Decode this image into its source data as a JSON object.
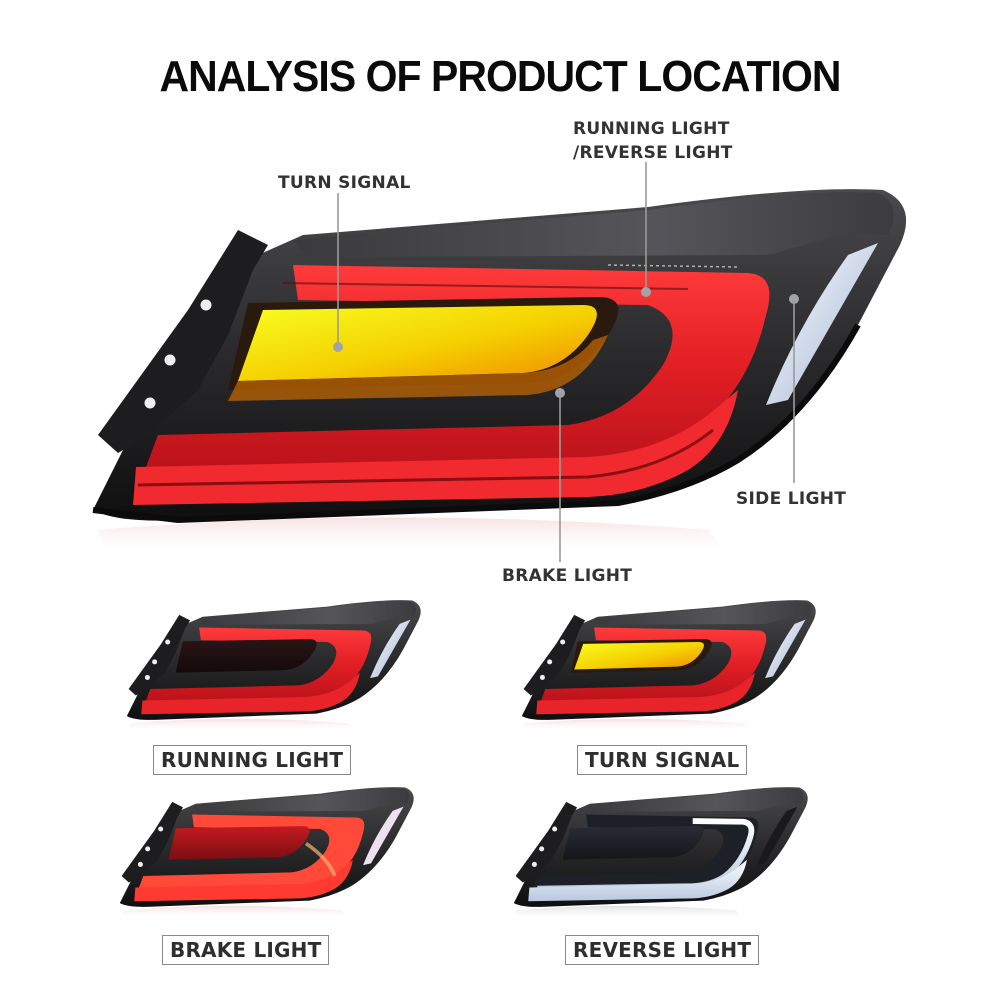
{
  "title": "ANALYSIS OF PRODUCT LOCATION",
  "colors": {
    "title": "#0a0a0a",
    "label_text": "#333333",
    "callout_line": "#9a9a9a",
    "housing": "#2b2b2d",
    "brake_red": "#e8242a",
    "turn_amber": "#f5c000",
    "reverse_white": "#e6eef8"
  },
  "main_diagram": {
    "callouts": [
      {
        "id": "turn-signal",
        "label": "TURN SIGNAL"
      },
      {
        "id": "running-reverse",
        "label_line1": "RUNNING LIGHT",
        "label_line2": "/REVERSE LIGHT"
      },
      {
        "id": "side-light",
        "label": "SIDE LIGHT"
      },
      {
        "id": "brake-light",
        "label": "BRAKE LIGHT"
      }
    ]
  },
  "variants": [
    {
      "label": "RUNNING LIGHT",
      "mode": "running"
    },
    {
      "label": "TURN SIGNAL",
      "mode": "turn"
    },
    {
      "label": "BRAKE LIGHT",
      "mode": "brake"
    },
    {
      "label": "REVERSE LIGHT",
      "mode": "reverse"
    }
  ]
}
